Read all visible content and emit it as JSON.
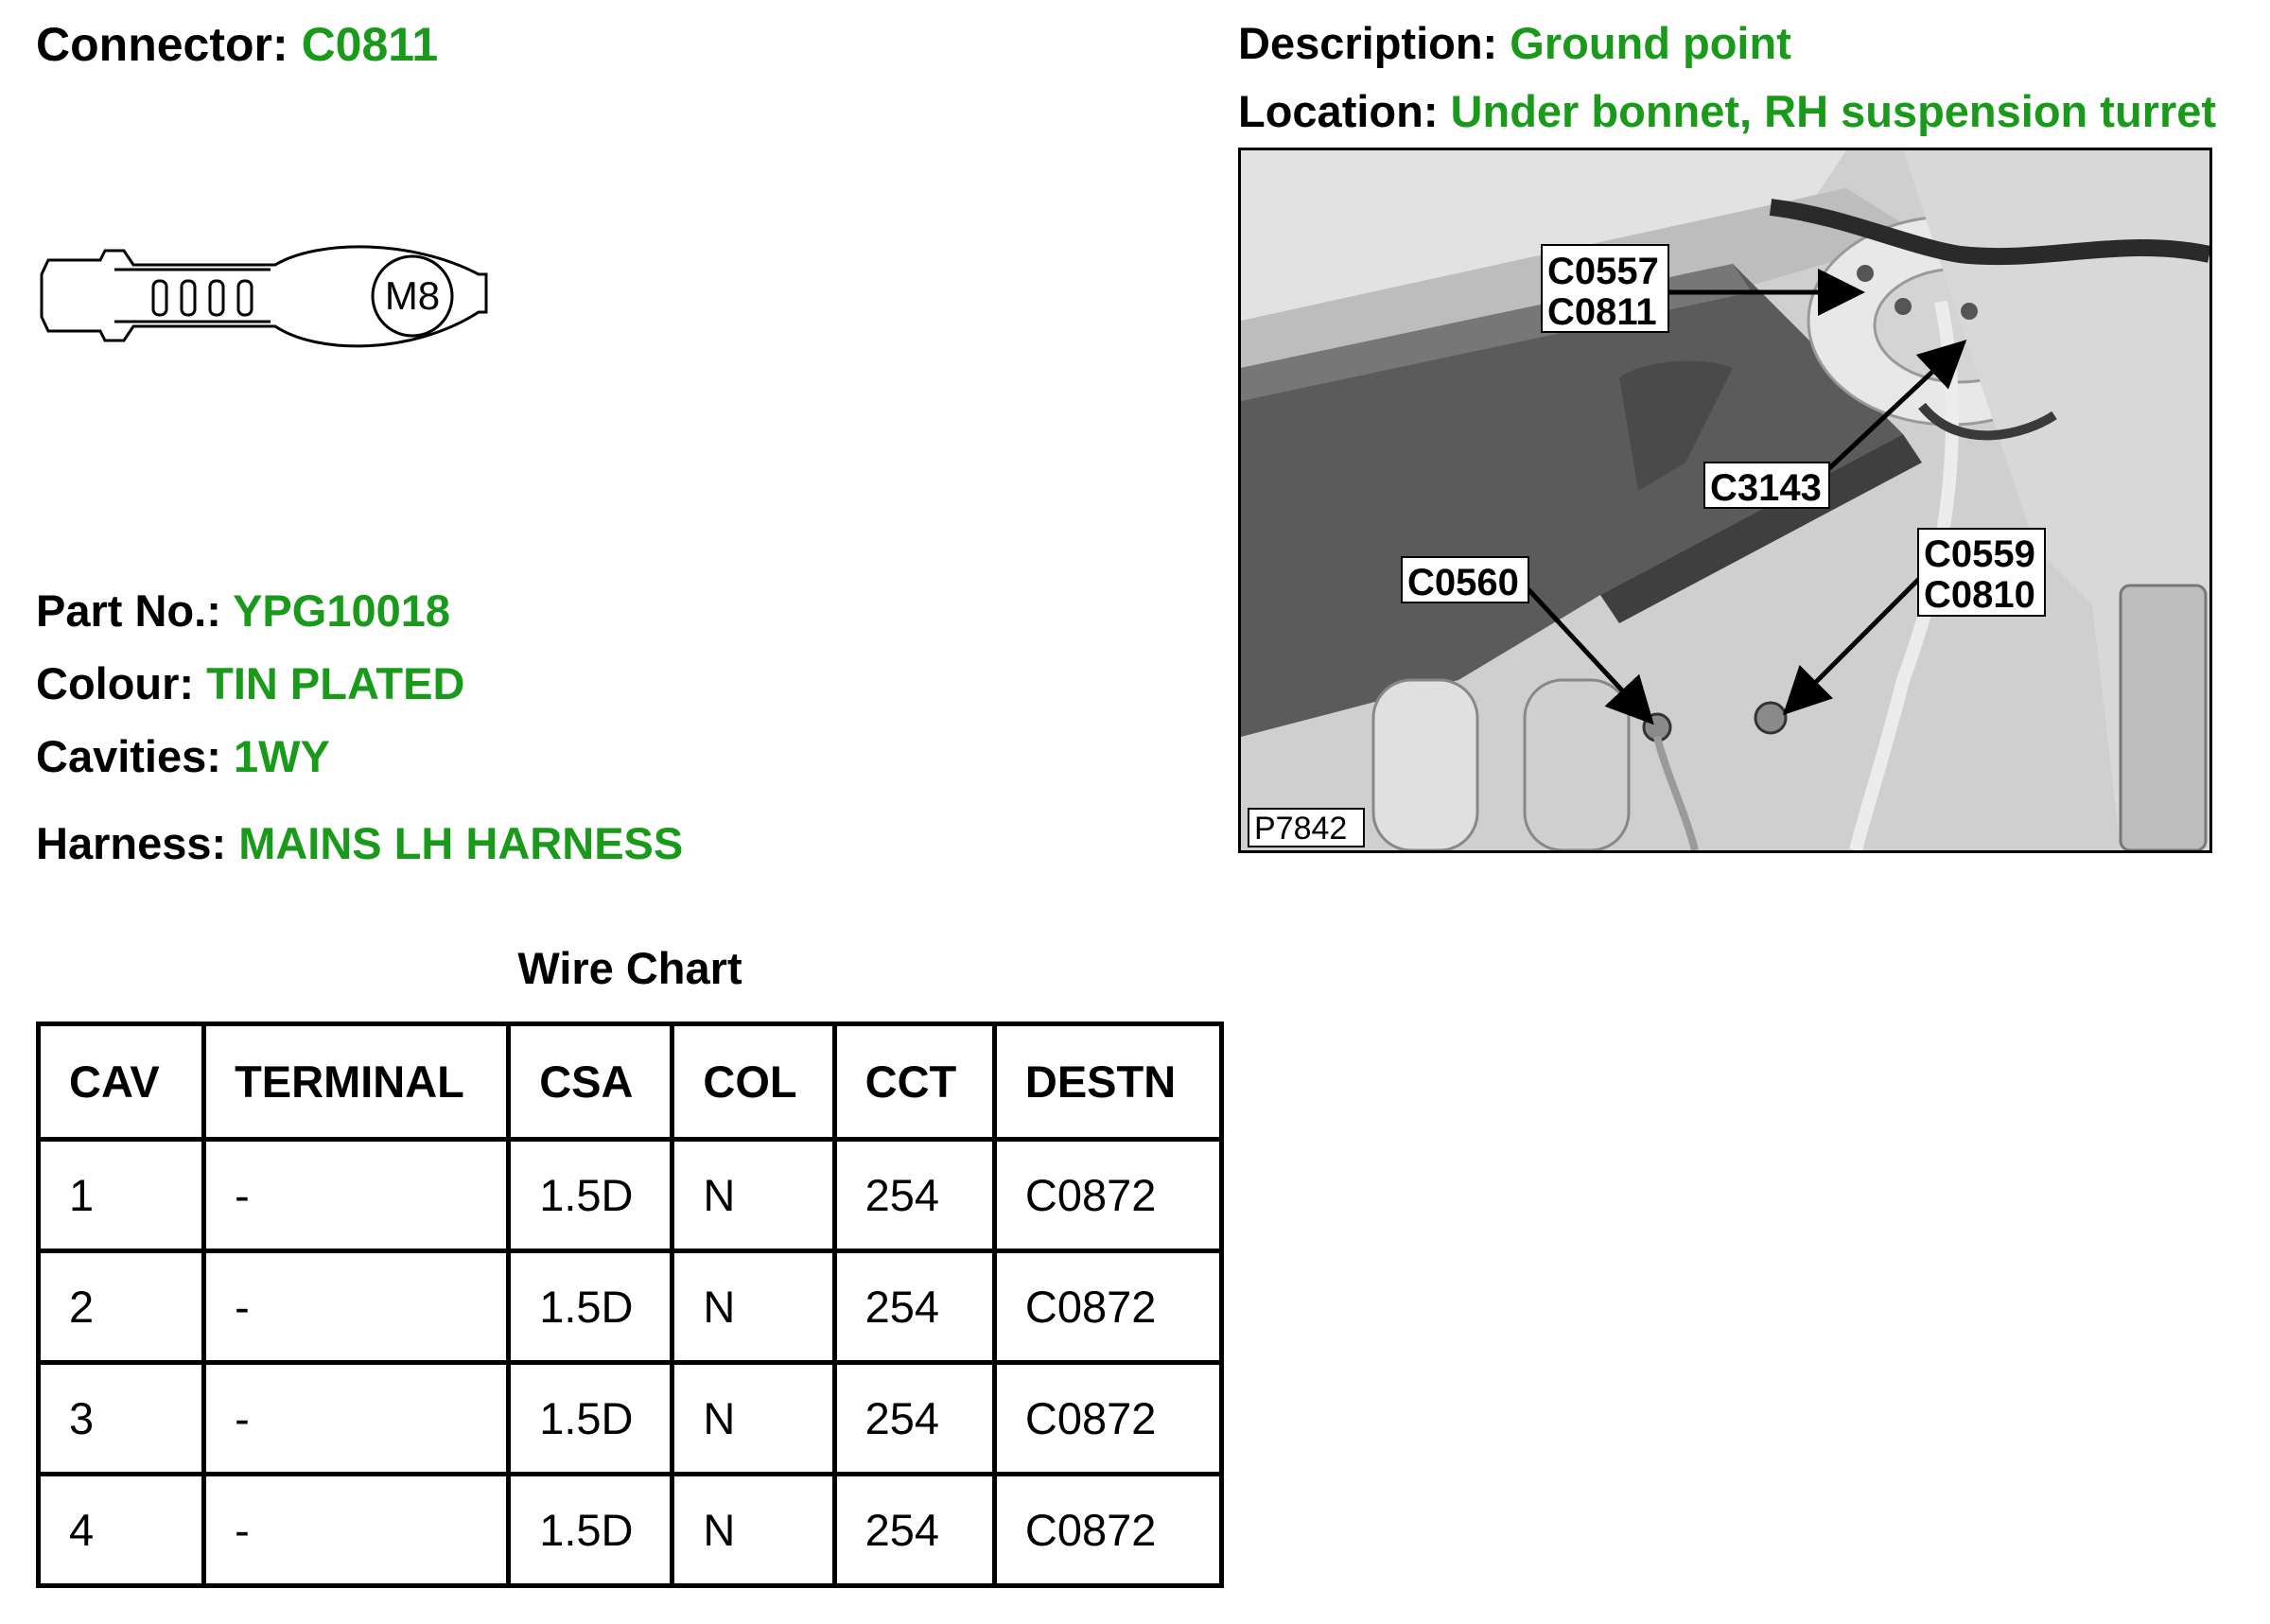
{
  "connector": {
    "label": "Connector:",
    "value": "C0811"
  },
  "description": {
    "label": "Description:",
    "value": "Ground point"
  },
  "location": {
    "label": "Location:",
    "value": "Under bonnet, RH suspension turret"
  },
  "part_no": {
    "label": "Part No.:",
    "value": "YPG10018"
  },
  "colour": {
    "label": "Colour:",
    "value": "TIN PLATED"
  },
  "cavities": {
    "label": "Cavities:",
    "value": "1WY"
  },
  "harness": {
    "label": "Harness:",
    "value": "MAINS LH HARNESS"
  },
  "connector_drawing": {
    "stud_label": "M8"
  },
  "photo": {
    "figure_id": "P7842",
    "callouts": [
      {
        "line1": "C0557",
        "line2": "C0811"
      },
      {
        "line1": "C3143",
        "line2": ""
      },
      {
        "line1": "C0560",
        "line2": ""
      },
      {
        "line1": "C0559",
        "line2": "C0810"
      }
    ]
  },
  "wire_chart": {
    "title": "Wire Chart",
    "headers": [
      "CAV",
      "TERMINAL",
      "CSA",
      "COL",
      "CCT",
      "DESTN"
    ],
    "rows": [
      [
        "1",
        "-",
        "1.5D",
        "N",
        "254",
        "C0872"
      ],
      [
        "2",
        "-",
        "1.5D",
        "N",
        "254",
        "C0872"
      ],
      [
        "3",
        "-",
        "1.5D",
        "N",
        "254",
        "C0872"
      ],
      [
        "4",
        "-",
        "1.5D",
        "N",
        "254",
        "C0872"
      ]
    ]
  },
  "colors": {
    "value_green": "#1a9a1a",
    "text": "#000000"
  }
}
